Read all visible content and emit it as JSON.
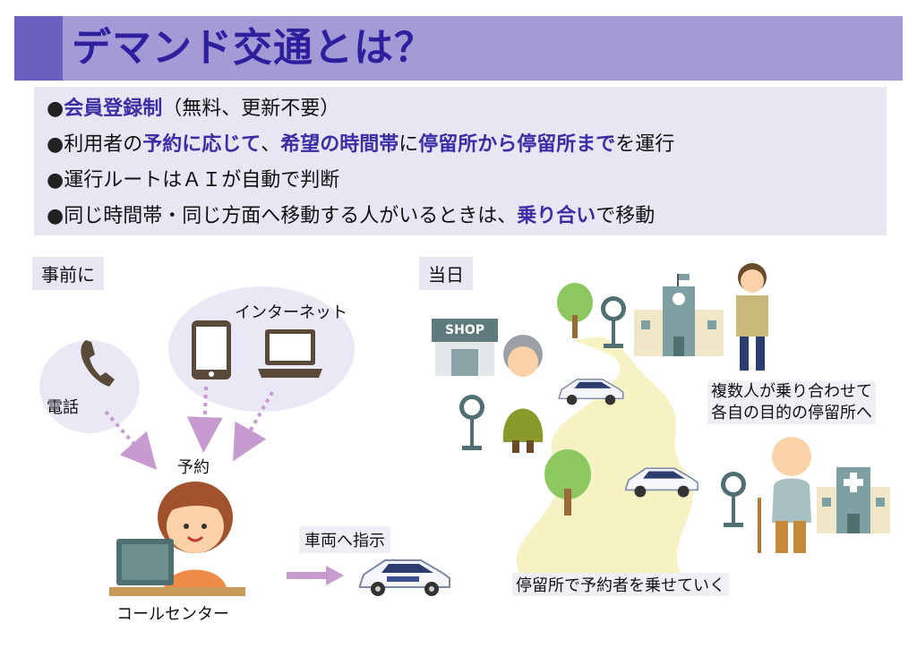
{
  "title": "デマンド交通とは？",
  "bullets": [
    {
      "mark": "●",
      "parts": [
        {
          "t": "会員登録制",
          "hl": true
        },
        {
          "t": "（無料、更新不要）",
          "hl": false
        }
      ]
    },
    {
      "mark": "●",
      "parts": [
        {
          "t": "利用者の",
          "hl": false
        },
        {
          "t": "予約に応じて",
          "hl": true
        },
        {
          "t": "、",
          "hl": false
        },
        {
          "t": "希望の時間帯",
          "hl": true
        },
        {
          "t": "に",
          "hl": false
        },
        {
          "t": "停留所から停留所まで",
          "hl": true
        },
        {
          "t": "を運行",
          "hl": false
        }
      ]
    },
    {
      "mark": "●",
      "parts": [
        {
          "t": "運行ルートはＡＩが自動で判断",
          "hl": false
        }
      ]
    },
    {
      "mark": "●",
      "parts": [
        {
          "t": "同じ時間帯・同じ方面へ移動する人がいるときは、",
          "hl": false
        },
        {
          "t": "乗り合い",
          "hl": true
        },
        {
          "t": "で移動",
          "hl": false
        }
      ]
    }
  ],
  "left_panel": {
    "label": "事前に",
    "internet_label": "インターネット",
    "phone_label": "電話",
    "reservation_label": "予約",
    "call_center_label": "コールセンター",
    "instruction_label": "車両へ指示"
  },
  "right_panel": {
    "label": "当日",
    "shop_sign": "SHOP",
    "shared_ride_label_1": "複数人が乗り合わせて",
    "shared_ride_label_2": "各自の目的の停留所へ",
    "pickup_label": "停留所で予約者を乗せていく"
  },
  "colors": {
    "accent": "#6b5fc0",
    "title_bar": "#a39ad6",
    "title_text": "#2d1f9e",
    "box_bg": "#e8e6f3",
    "arrow": "#c79ad0",
    "road": "#f7f2c4"
  }
}
